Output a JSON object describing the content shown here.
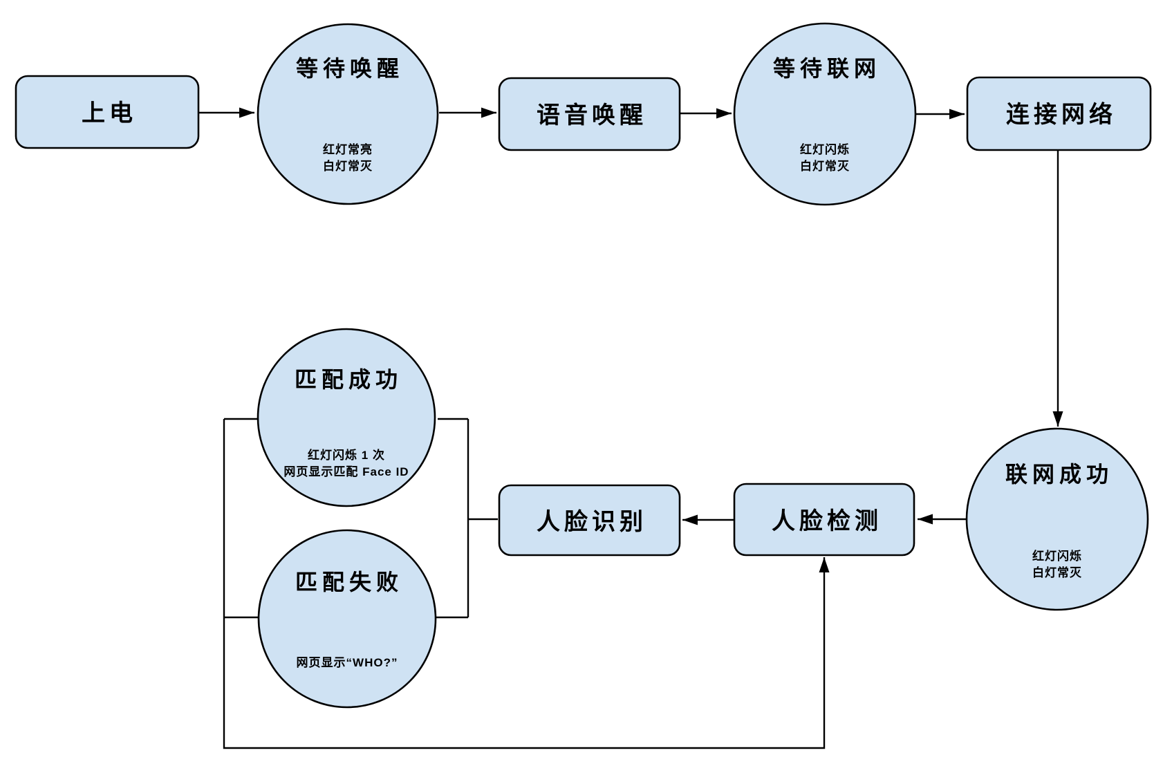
{
  "diagram": {
    "type": "flowchart",
    "colors": {
      "node_fill": "#cfe2f3",
      "node_stroke": "#000000",
      "edge": "#000000",
      "background": "#ffffff"
    },
    "nodes": {
      "power_on": {
        "label": "上电"
      },
      "wait_wake": {
        "title": "等待唤醒",
        "sub1": "红灯常亮",
        "sub2": "白灯常灭"
      },
      "voice_wake": {
        "label": "语音唤醒"
      },
      "wait_network": {
        "title": "等待联网",
        "sub1": "红灯闪烁",
        "sub2": "白灯常灭"
      },
      "connect_network": {
        "label": "连接网络"
      },
      "network_success": {
        "title": "联网成功",
        "sub1": "红灯闪烁",
        "sub2": "白灯常灭"
      },
      "face_detect": {
        "label": "人脸检测"
      },
      "face_recognize": {
        "label": "人脸识别"
      },
      "match_success": {
        "title": "匹配成功",
        "sub1": "红灯闪烁 1 次",
        "sub2": "网页显示匹配 Face ID"
      },
      "match_fail": {
        "title": "匹配失败",
        "sub1": "网页显示“WHO?”"
      }
    }
  }
}
